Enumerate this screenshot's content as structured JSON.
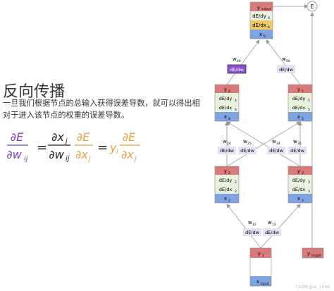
{
  "slide": {
    "title": "反向传播",
    "description": "一旦我们根据节点的总输入获得误差导数，就可以得出相对于进入该节点的权重的误差导数。",
    "watermark": "CSDN @ai_1046"
  },
  "formula": {
    "lhs_num": "∂E",
    "lhs_den": "∂w",
    "lhs_den_sub": "ij",
    "mid_num": "∂x",
    "mid_num_sub": "j",
    "mid_den": "∂w",
    "mid_den_sub": "ij",
    "mid2_num": "∂E",
    "mid2_den": "∂x",
    "mid2_den_sub": "j",
    "rhs_y": "y",
    "rhs_y_sub": "i",
    "rhs_num": "∂E",
    "rhs_den": "∂x",
    "rhs_den_sub": "j",
    "equals": "=",
    "colors": {
      "purple": "#7a3fbf",
      "orange": "#e8a23a",
      "black": "#222222"
    }
  },
  "diagram": {
    "output": {
      "y": "y",
      "y_sub": "output",
      "dEdy": "dE/dy",
      "dEdy_sub": "6",
      "dEdx": "dE/dx",
      "dEdx_sub": "6",
      "x": "x",
      "x_sub": "6"
    },
    "error_node": "E",
    "w46": {
      "w": "w",
      "sub": "46",
      "grad": "dE/dw"
    },
    "w56": {
      "w": "w",
      "sub": "56",
      "grad": "dE/dw"
    },
    "node4": {
      "y": "y",
      "sub": "4",
      "dEdy": "dE/dy",
      "dEdx": "dE/dx",
      "x": "x"
    },
    "node5": {
      "y": "y",
      "sub": "5",
      "dEdy": "dE/dy",
      "dEdx": "dE/dx",
      "x": "x"
    },
    "w24": {
      "w": "w",
      "sub": "24",
      "grad": "dE/dw"
    },
    "w25": {
      "w": "w",
      "sub": "25",
      "grad": "dE/dw"
    },
    "w34": {
      "w": "w",
      "sub": "34",
      "grad": "dE/dw"
    },
    "w35": {
      "w": "w",
      "sub": "35",
      "grad": "dE/dw"
    },
    "node2": {
      "y": "y",
      "sub": "2",
      "dEdy": "dE/dy",
      "dEdx": "dE/dx",
      "x": "x"
    },
    "node3": {
      "y": "y",
      "sub": "3",
      "dEdy": "dE/dy",
      "dEdx": "dE/dx",
      "x": "x"
    },
    "w12": {
      "w": "w",
      "sub": "12",
      "grad": "dE/dw"
    },
    "w13": {
      "w": "w",
      "sub": "13",
      "grad": "dE/dw"
    },
    "input": {
      "y": "y",
      "y_sub": "1",
      "x": "x",
      "x_sub": "input"
    },
    "target": {
      "y": "y",
      "y_sub": "target"
    },
    "colors": {
      "red": "#d97b7b",
      "green": "#e8f0de",
      "yellow": "#f0c869",
      "blue": "#7fa3e0",
      "lavender": "#e6e0f5",
      "highlight": "#8a4fd0",
      "line": "#aaaaaa"
    }
  }
}
